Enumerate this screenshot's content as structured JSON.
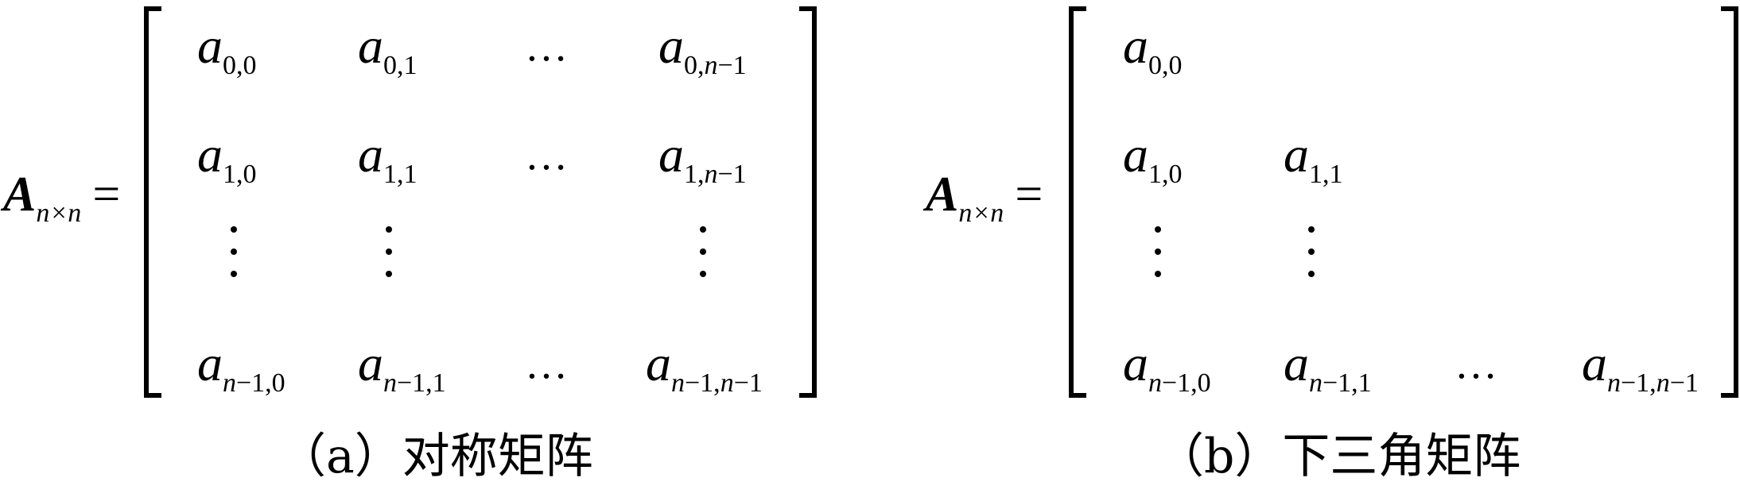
{
  "panels": [
    {
      "lhs": {
        "symbol": "A",
        "subscript": "n×n",
        "equals": "="
      },
      "caption": "（a）对称矩阵",
      "matrix_rows": [
        [
          "a_{0,0}",
          "a_{0,1}",
          "…",
          "a_{0,n−1}"
        ],
        [
          "a_{1,0}",
          "a_{1,1}",
          "…",
          "a_{1,n−1}"
        ],
        [
          "⋮",
          "⋮",
          "",
          "⋮"
        ],
        [
          "a_{n−1,0}",
          "a_{n−1,1}",
          "…",
          "a_{n−1,n−1}"
        ]
      ]
    },
    {
      "lhs": {
        "symbol": "A",
        "subscript": "n×n",
        "equals": "="
      },
      "caption": "（b）下三角矩阵",
      "matrix_rows": [
        [
          "a_{0,0}",
          "",
          "",
          ""
        ],
        [
          "a_{1,0}",
          "a_{1,1}",
          "",
          ""
        ],
        [
          "⋮",
          "⋮",
          "",
          ""
        ],
        [
          "a_{n−1,0}",
          "a_{n−1,1}",
          "…",
          "a_{n−1,n−1}"
        ]
      ]
    }
  ],
  "entry_base": "a",
  "cdots": "…",
  "idx": {
    "i00": "0,0",
    "i01": "0,1",
    "i0n": [
      "0,",
      "n",
      "−1"
    ],
    "i10": "1,0",
    "i11": "1,1",
    "i1n": [
      "1,",
      "n",
      "−1"
    ],
    "in0": [
      "n",
      "−1,0"
    ],
    "in1": [
      "n",
      "−1,1"
    ],
    "inn": [
      "n",
      "−1,",
      "n",
      "−1"
    ]
  }
}
